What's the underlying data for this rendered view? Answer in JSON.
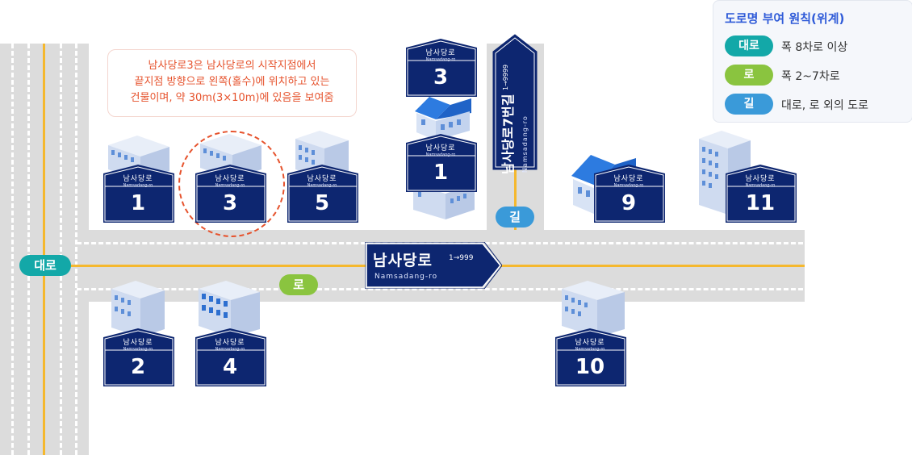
{
  "colors": {
    "navy": "#0d2670",
    "teal": "#13a8a8",
    "green": "#8ac43f",
    "blue": "#3a9ad9",
    "note_red": "#e6522c",
    "legend_title": "#2f5bd8"
  },
  "note": {
    "line1": "남사당로3은 남사당로의 시작지점에서",
    "line2": "끝지점 방향으로 왼쪽(홀수)에 위치하고 있는",
    "line3": "건물이며, 약 30m(3×10m)에 있음을 보여줌"
  },
  "legend": {
    "title": "도로명 부여 원칙(위계)",
    "rows": [
      {
        "tag": "대로",
        "desc": "폭 8차로 이상"
      },
      {
        "tag": "로",
        "desc": "폭 2~7차로"
      },
      {
        "tag": "길",
        "desc": "대로, 로 외의 도로"
      }
    ]
  },
  "road_tags": {
    "daero": "대로",
    "ro": "로",
    "gil": "길"
  },
  "main_sign": {
    "name": "남사당로",
    "range": "1→999",
    "roman": "Namsadang-ro"
  },
  "side_sign": {
    "name": "남사당로7번길",
    "range": "1→9999",
    "roman": "Namsadang-ro"
  },
  "building_signs": {
    "name": "남사당로",
    "roman": "Namsadang-ro",
    "numbers": [
      "1",
      "3",
      "5",
      "2",
      "4",
      "3",
      "1",
      "9",
      "11",
      "10"
    ]
  }
}
